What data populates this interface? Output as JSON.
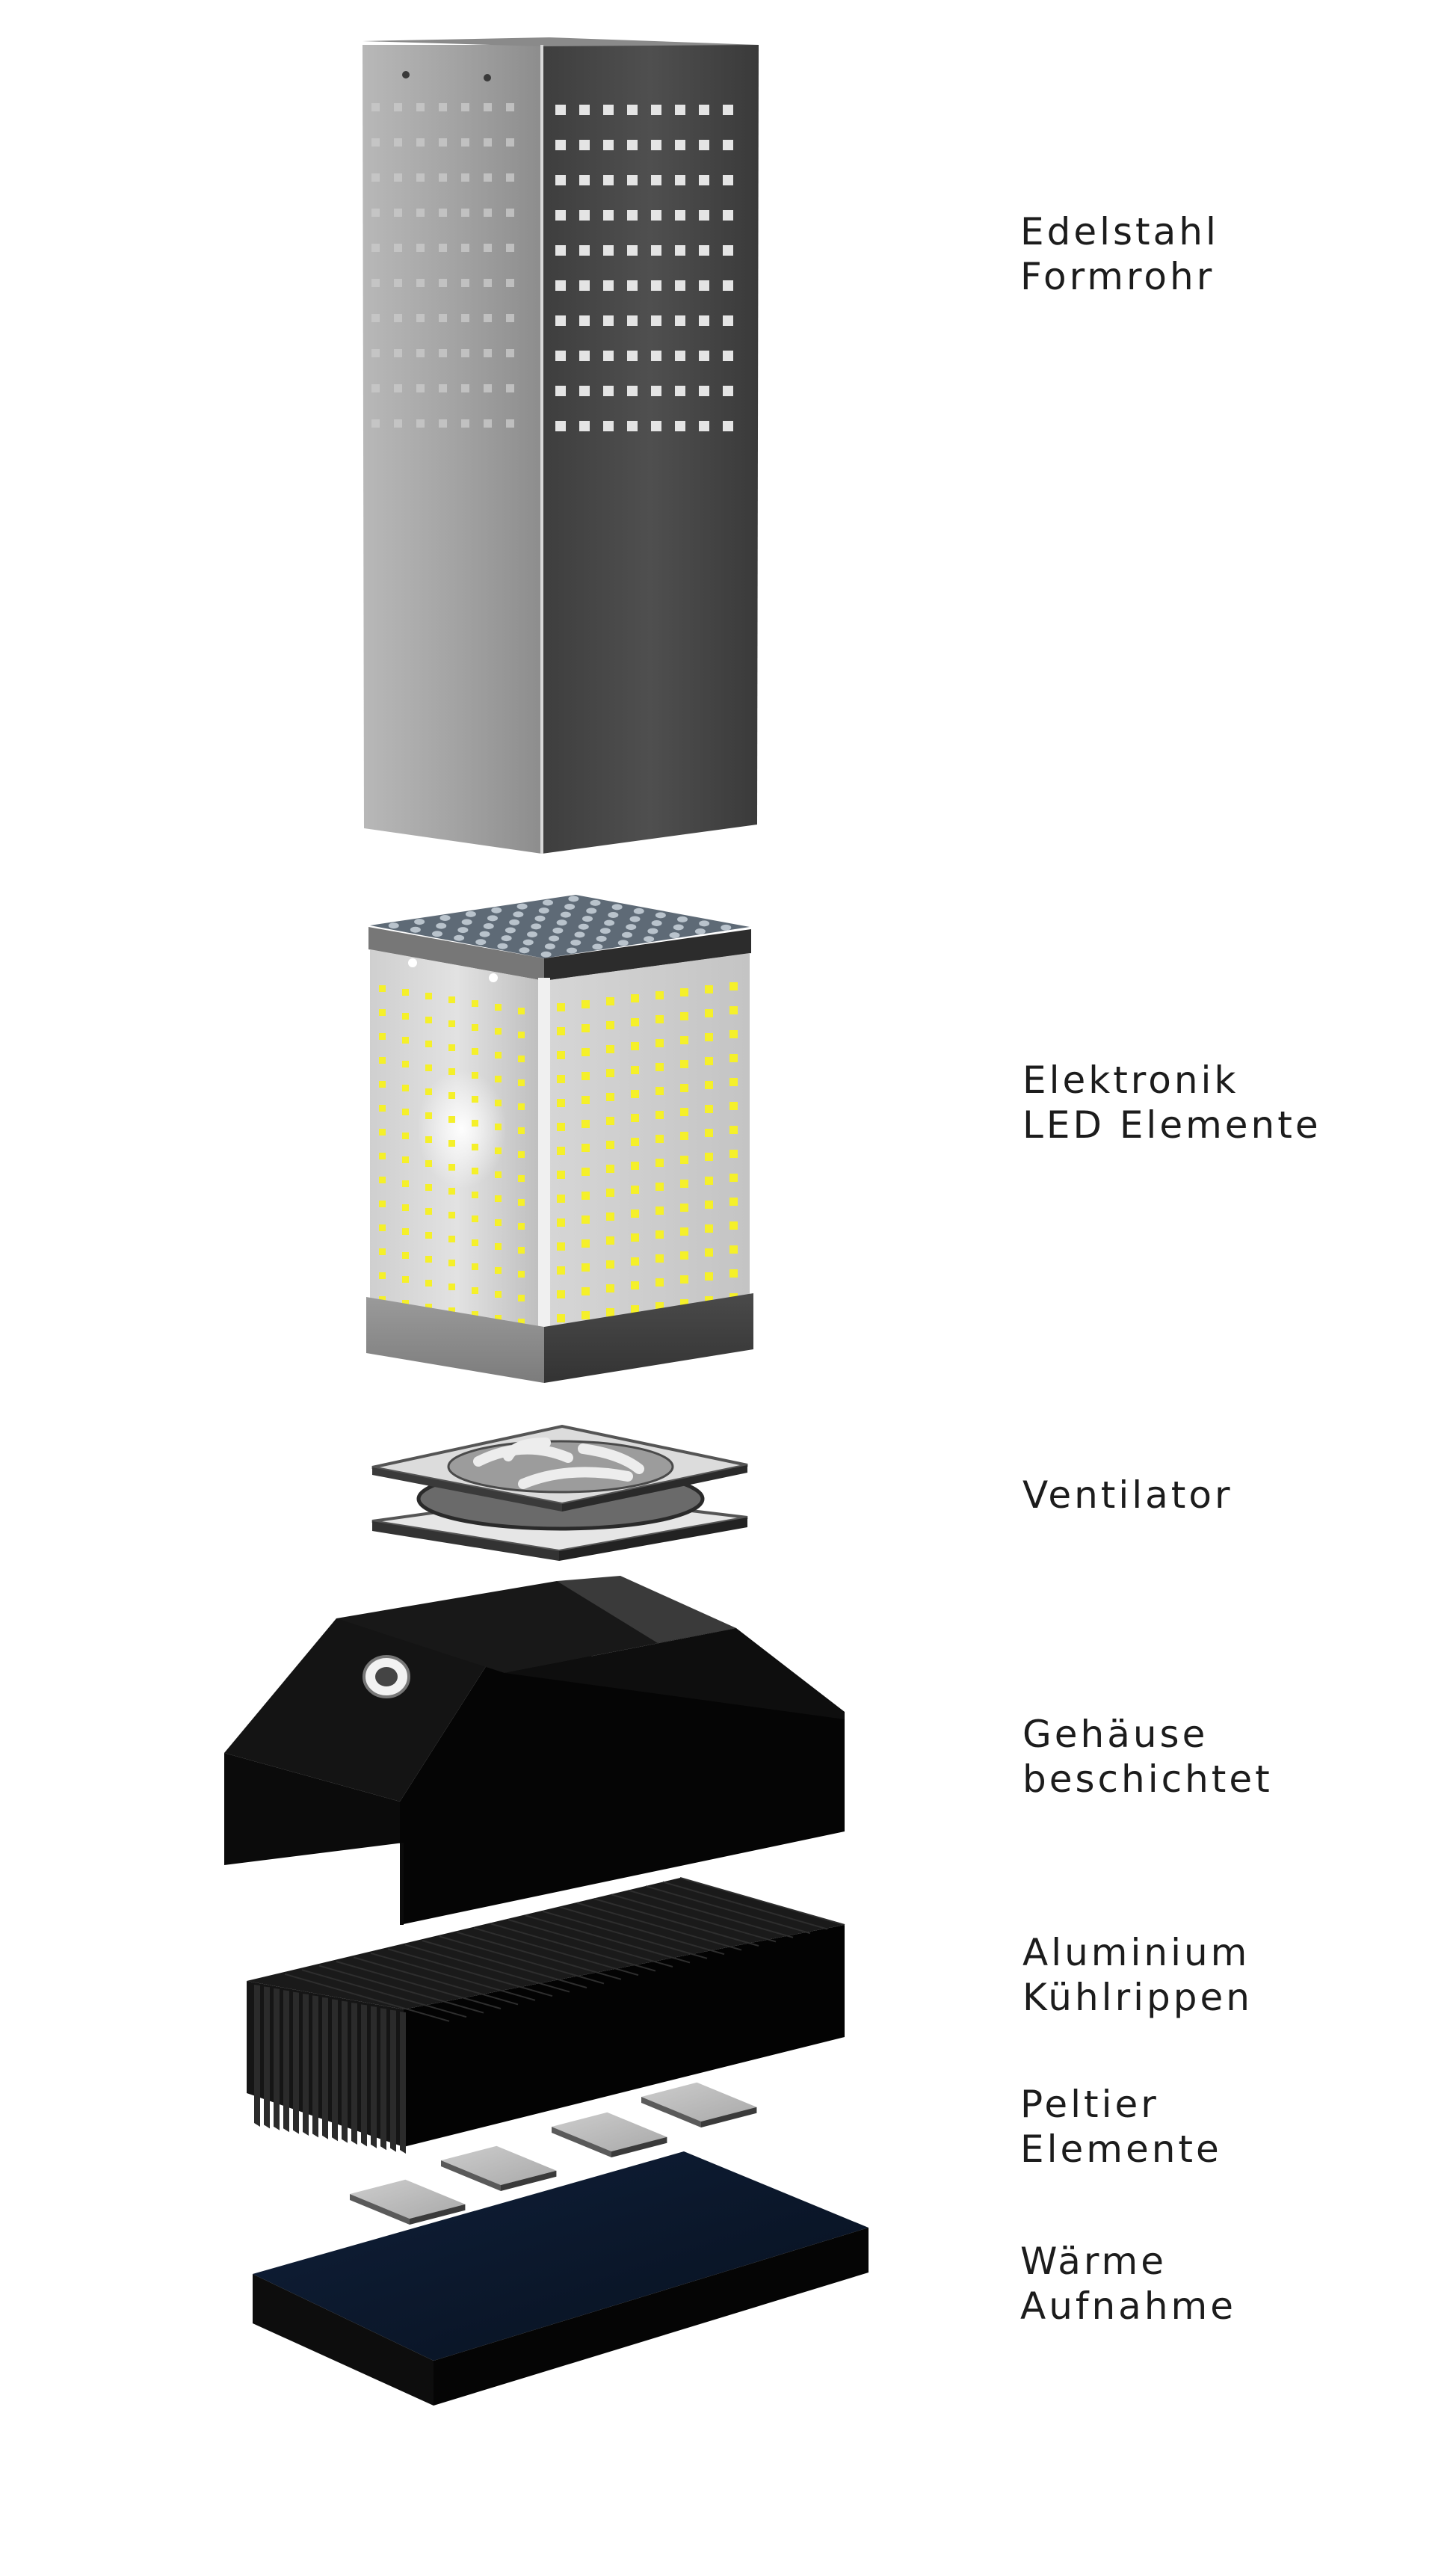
{
  "components": [
    {
      "id": "tube",
      "line1": "Edelstahl",
      "line2": "Formrohr"
    },
    {
      "id": "electronics",
      "line1": "Elektronik",
      "line2": "LED Elemente"
    },
    {
      "id": "fan",
      "line1": "Ventilator",
      "line2": ""
    },
    {
      "id": "housing",
      "line1": "Gehäuse",
      "line2": "beschichtet"
    },
    {
      "id": "heatsink",
      "line1": "Aluminium",
      "line2": "Kühlrippen"
    },
    {
      "id": "peltier",
      "line1": "Peltier",
      "line2": "Elemente"
    },
    {
      "id": "heat_plate",
      "line1": "Wärme",
      "line2": "Aufnahme"
    }
  ],
  "colors": {
    "steel_light": "#a3a3a3",
    "steel_dark": "#4a4a4a",
    "led": "#f5f02a",
    "housing": "#060606",
    "plate_top": "#0d1a2c",
    "label_text": "#1c1c1c"
  }
}
